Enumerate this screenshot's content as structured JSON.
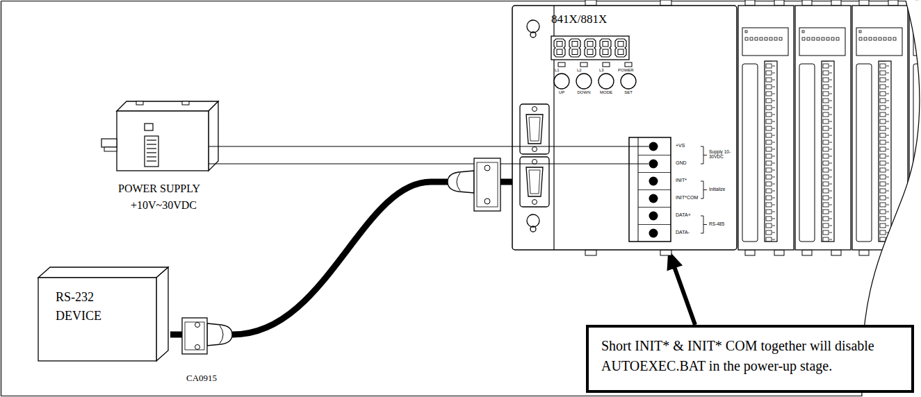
{
  "diagram": {
    "nodes": [
      {
        "text": [
          "841X/881X"
        ]
      },
      {
        "text": [
          "POWER SUPPLY",
          "+10V~30VDC"
        ]
      },
      {
        "text": [
          "RS-232 DEVICE"
        ]
      },
      {
        "text": [
          "Short INIT* & INIT* COM together will disable AUTOEXEC.BAT in the power-up stage."
        ]
      }
    ],
    "edges": [
      {
        "from": 1,
        "to": 0,
        "arrow": "none"
      },
      {
        "from": 1,
        "to": 0,
        "arrow": "none"
      },
      {
        "from": 2,
        "to": 0,
        "label": "CA0915",
        "arrow": "none"
      },
      {
        "from": 3,
        "to": 0,
        "arrow": "to"
      }
    ],
    "labels": [
      "L1",
      "L2",
      "L3",
      "POWER",
      "UP",
      "DOWN",
      "MODE",
      "SET",
      "+VS",
      "GND",
      "Supply 10-30VDC",
      "INIT*",
      "INIT*COM",
      "Initialize",
      "DATA+",
      "DATA-",
      "RS-485"
    ]
  }
}
